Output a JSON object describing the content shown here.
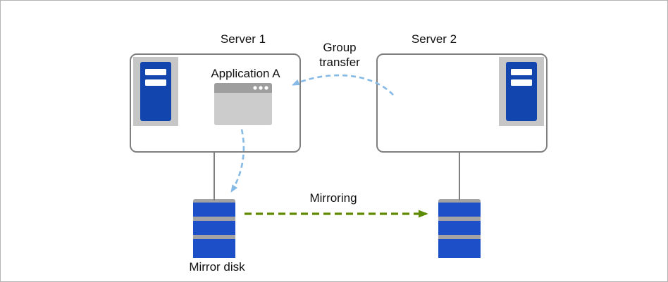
{
  "diagram": {
    "server1": {
      "label": "Server 1",
      "application_label": "Application A"
    },
    "server2": {
      "label": "Server 2"
    },
    "arrows": {
      "group_transfer_label": "Group\ntransfer",
      "mirroring_label": "Mirroring"
    },
    "disks": {
      "mirror_disk_label": "Mirror disk"
    },
    "colors": {
      "server_icon_blue": "#1245ad",
      "disk_blue": "#1d50c8",
      "panel_gray": "#c6c6c6",
      "window_body_gray": "#cccccc",
      "window_title_gray": "#9e9e9e",
      "separator_gray": "#a3a3a3",
      "arrow_blue": "#85b9e6",
      "arrow_green": "#5c8a00",
      "box_border_gray": "#7f7f7f"
    }
  }
}
